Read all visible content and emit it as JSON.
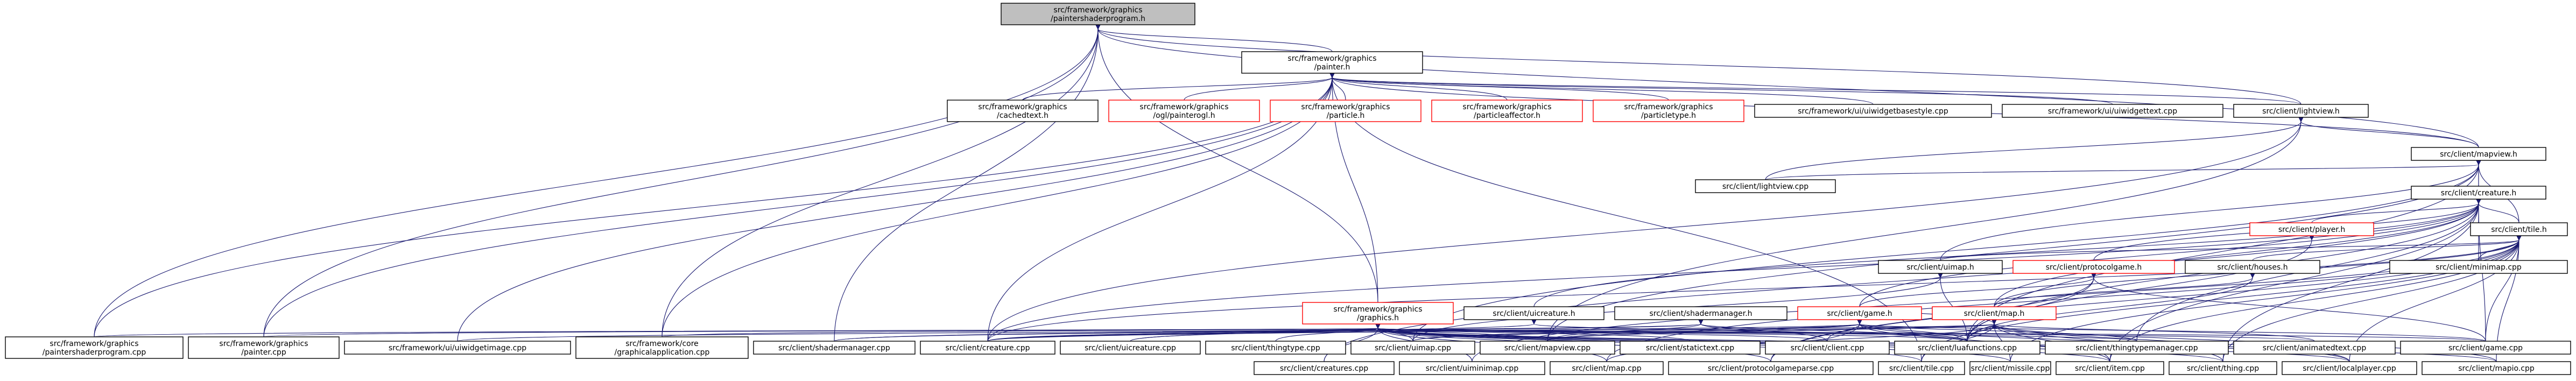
{
  "nodes": [
    {
      "id": "root",
      "lines": [
        "src/framework/graphics",
        "/paintershaderprogram.h"
      ],
      "style": "root"
    },
    {
      "id": "painter_h",
      "lines": [
        "src/framework/graphics",
        "/painter.h"
      ],
      "style": "normal"
    },
    {
      "id": "cachedtext_h",
      "lines": [
        "src/framework/graphics",
        "/cachedtext.h"
      ],
      "style": "normal"
    },
    {
      "id": "opengl",
      "lines": [
        "src/framework/graphics",
        "/ogl/painterogl.h"
      ],
      "style": "red"
    },
    {
      "id": "particle_h",
      "lines": [
        "src/framework/graphics",
        "/particle.h"
      ],
      "style": "red"
    },
    {
      "id": "particleaffector",
      "lines": [
        "src/framework/graphics",
        "/particleaffector.h"
      ],
      "style": "red"
    },
    {
      "id": "particletype",
      "lines": [
        "src/framework/graphics",
        "/particletype.h"
      ],
      "style": "red"
    },
    {
      "id": "uiwidgetbasestyle",
      "lines": [
        "src/framework/ui/uiwidgetbasestyle.cpp"
      ],
      "style": "normal"
    },
    {
      "id": "uiwidgettext",
      "lines": [
        "src/framework/ui/uiwidgettext.cpp"
      ],
      "style": "normal"
    },
    {
      "id": "lightview_h",
      "lines": [
        "src/client/lightview.h"
      ],
      "style": "normal"
    },
    {
      "id": "mapview_h",
      "lines": [
        "src/client/mapview.h"
      ],
      "style": "normal"
    },
    {
      "id": "lightview_cpp",
      "lines": [
        "src/client/lightview.cpp"
      ],
      "style": "normal"
    },
    {
      "id": "creature_h",
      "lines": [
        "src/client/creature.h"
      ],
      "style": "normal"
    },
    {
      "id": "player_h",
      "lines": [
        "src/client/player.h"
      ],
      "style": "red"
    },
    {
      "id": "tile_h",
      "lines": [
        "src/client/tile.h"
      ],
      "style": "normal"
    },
    {
      "id": "minimap_cpp",
      "lines": [
        "src/client/minimap.cpp"
      ],
      "style": "normal"
    },
    {
      "id": "uimap_h",
      "lines": [
        "src/client/uimap.h"
      ],
      "style": "normal"
    },
    {
      "id": "protocolgame_h",
      "lines": [
        "src/client/protocolgame.h"
      ],
      "style": "red"
    },
    {
      "id": "houses_h",
      "lines": [
        "src/client/houses.h"
      ],
      "style": "normal"
    },
    {
      "id": "graphics_h",
      "lines": [
        "src/framework/graphics",
        "/graphics.h"
      ],
      "style": "red"
    },
    {
      "id": "uicreature_h",
      "lines": [
        "src/client/uicreature.h"
      ],
      "style": "normal"
    },
    {
      "id": "shadermanager_h",
      "lines": [
        "src/client/shadermanager.h"
      ],
      "style": "normal"
    },
    {
      "id": "game_h",
      "lines": [
        "src/client/game.h"
      ],
      "style": "red"
    },
    {
      "id": "map_h",
      "lines": [
        "src/client/map.h"
      ],
      "style": "red"
    },
    {
      "id": "paintershaderprogram_cpp",
      "lines": [
        "src/framework/graphics",
        "/paintershaderprogram.cpp"
      ],
      "style": "normal"
    },
    {
      "id": "painter_cpp",
      "lines": [
        "src/framework/graphics",
        "/painter.cpp"
      ],
      "style": "normal"
    },
    {
      "id": "uiwidgetimage",
      "lines": [
        "src/framework/ui/uiwidgetimage.cpp"
      ],
      "style": "normal"
    },
    {
      "id": "graphicalapplication",
      "lines": [
        "src/framework/core",
        "/graphicalapplication.cpp"
      ],
      "style": "normal"
    },
    {
      "id": "shadermanager_cpp",
      "lines": [
        "src/client/shadermanager.cpp"
      ],
      "style": "normal"
    },
    {
      "id": "creature_cpp",
      "lines": [
        "src/client/creature.cpp"
      ],
      "style": "normal"
    },
    {
      "id": "uicreature_cpp",
      "lines": [
        "src/client/uicreature.cpp"
      ],
      "style": "normal"
    },
    {
      "id": "thingtype_cpp",
      "lines": [
        "src/client/thingtype.cpp"
      ],
      "style": "normal"
    },
    {
      "id": "uimap_cpp",
      "lines": [
        "src/client/uimap.cpp"
      ],
      "style": "normal"
    },
    {
      "id": "mapview_cpp",
      "lines": [
        "src/client/mapview.cpp"
      ],
      "style": "normal"
    },
    {
      "id": "statictext_cpp",
      "lines": [
        "src/client/statictext.cpp"
      ],
      "style": "normal"
    },
    {
      "id": "client_cpp",
      "lines": [
        "src/client/client.cpp"
      ],
      "style": "normal"
    },
    {
      "id": "luafunctions_cpp",
      "lines": [
        "src/client/luafunctions.cpp"
      ],
      "style": "normal"
    },
    {
      "id": "thingtypemanager_cpp",
      "lines": [
        "src/client/thingtypemanager.cpp"
      ],
      "style": "normal"
    },
    {
      "id": "animatedtext_cpp",
      "lines": [
        "src/client/animatedtext.cpp"
      ],
      "style": "normal"
    },
    {
      "id": "game_cpp",
      "lines": [
        "src/client/game.cpp"
      ],
      "style": "normal"
    },
    {
      "id": "item_cpp",
      "lines": [
        "src/client/item.cpp"
      ],
      "style": "normal"
    },
    {
      "id": "thing_cpp",
      "lines": [
        "src/client/thing.cpp"
      ],
      "style": "normal"
    },
    {
      "id": "localplayer_cpp",
      "lines": [
        "src/client/localplayer.cpp"
      ],
      "style": "normal"
    },
    {
      "id": "mapio_cpp",
      "lines": [
        "src/client/mapio.cpp"
      ],
      "style": "normal"
    },
    {
      "id": "protocolgameparse_cpp",
      "lines": [
        "src/client/protocolgameparse.cpp"
      ],
      "style": "normal"
    },
    {
      "id": "tile_cpp",
      "lines": [
        "src/client/tile.cpp"
      ],
      "style": "normal"
    },
    {
      "id": "missile_cpp",
      "lines": [
        "src/client/missile.cpp"
      ],
      "style": "normal"
    },
    {
      "id": "map_cpp",
      "lines": [
        "src/client/map.cpp"
      ],
      "style": "normal"
    },
    {
      "id": "uiminimap_cpp",
      "lines": [
        "src/client/uiminimap.cpp"
      ],
      "style": "normal"
    },
    {
      "id": "creatures_cpp",
      "lines": [
        "src/client/creatures.cpp"
      ],
      "style": "normal"
    }
  ]
}
